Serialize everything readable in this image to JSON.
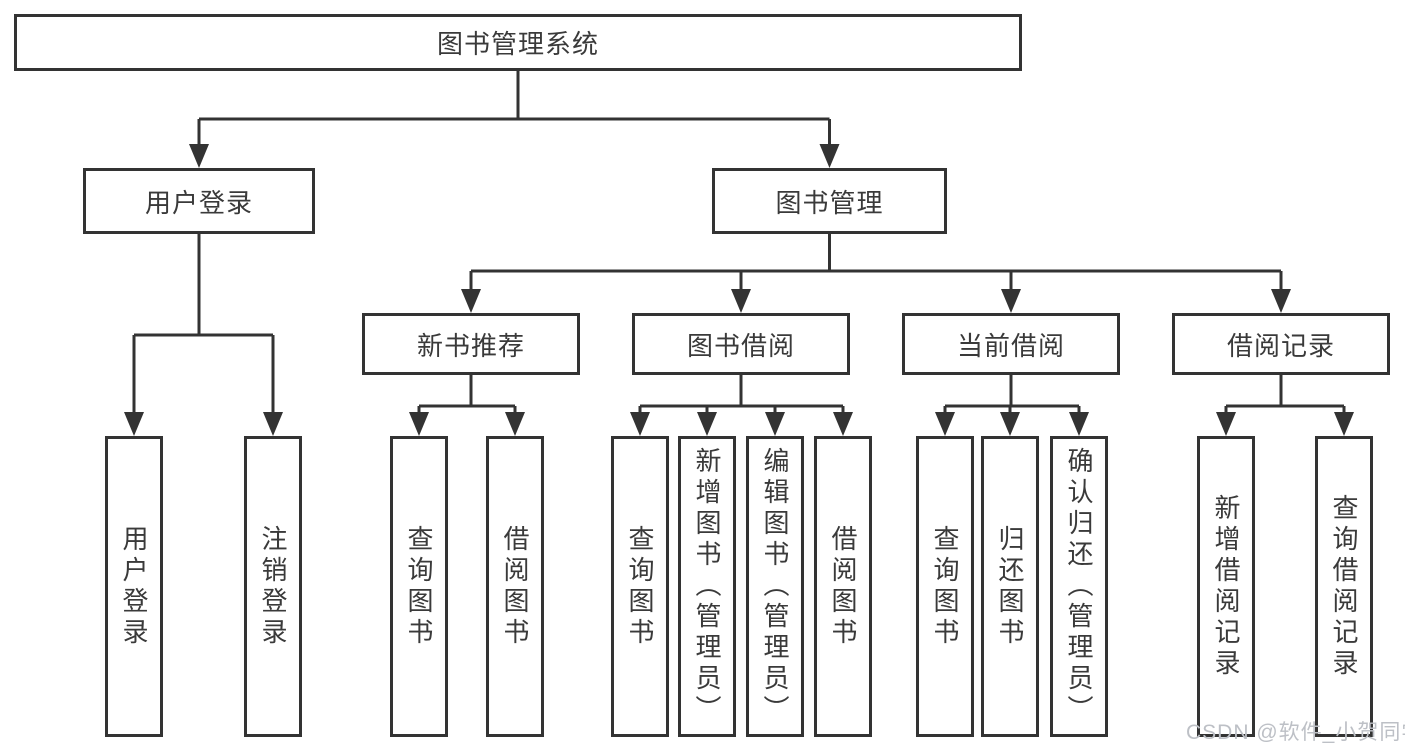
{
  "tree": {
    "label": "图书管理系统",
    "children": [
      {
        "label": "用户登录",
        "children": [
          {
            "label": "用户登录"
          },
          {
            "label": "注销登录"
          }
        ]
      },
      {
        "label": "图书管理",
        "children": [
          {
            "label": "新书推荐",
            "children": [
              {
                "label": "查询图书"
              },
              {
                "label": "借阅图书"
              }
            ]
          },
          {
            "label": "图书借阅",
            "children": [
              {
                "label": "查询图书"
              },
              {
                "label": "新增图书（管理员）"
              },
              {
                "label": "编辑图书（管理员）"
              },
              {
                "label": "借阅图书"
              }
            ]
          },
          {
            "label": "当前借阅",
            "children": [
              {
                "label": "查询图书"
              },
              {
                "label": "归还图书"
              },
              {
                "label": "确认归还（管理员）"
              }
            ]
          },
          {
            "label": "借阅记录",
            "children": [
              {
                "label": "新增借阅记录"
              },
              {
                "label": "查询借阅记录"
              }
            ]
          }
        ]
      }
    ]
  },
  "watermark": {
    "text": "CSDN @软件_小贺同学"
  },
  "colors": {
    "line": "#333333",
    "text": "#3a3a3a",
    "watermark": "#bdc0c6",
    "background": "#ffffff"
  }
}
